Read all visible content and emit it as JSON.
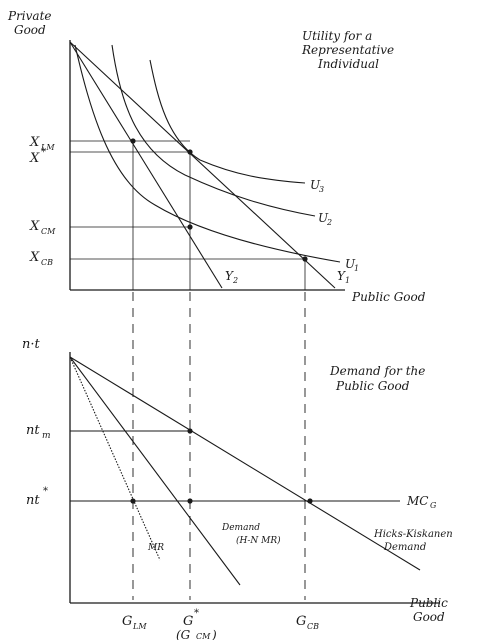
{
  "top_panel": {
    "y_axis_label": [
      "Private",
      "Good"
    ],
    "x_axis_label": "Public Good",
    "title": [
      "Utility for a",
      "Representative",
      "Individual"
    ],
    "y_levels": {
      "x_lm": "X",
      "x_lm_sub": "LM",
      "x_star": "X",
      "x_star_sup": "*",
      "x_cm": "X",
      "x_cm_sub": "CM",
      "x_cb": "X",
      "x_cb_sub": "CB"
    },
    "curve_labels": {
      "u3": "U",
      "u3_sub": "3",
      "u2": "U",
      "u2_sub": "2",
      "u1": "U",
      "u1_sub": "1",
      "y2": "Y",
      "y2_sub": "2",
      "y1": "Y",
      "y1_sub": "1"
    }
  },
  "bottom_panel": {
    "y_axis_label": "n·t",
    "title": [
      "Demand for the",
      "Public Good"
    ],
    "y_levels": {
      "nt_m": "nt",
      "nt_m_sub": "m",
      "nt_star": "nt",
      "nt_star_sup": "*"
    },
    "mc_label": "MC",
    "mc_sub": "G",
    "curve_labels": {
      "mr": "MR",
      "demand_hn_mr": [
        "Demand",
        "(H-N MR)"
      ],
      "hicks_kaldor": [
        "Hicks-Kiskanen",
        "Demand"
      ]
    },
    "x_labels": {
      "g_lm": "G",
      "g_lm_sub": "LM",
      "g_star": "G",
      "g_star_sup": "*",
      "g_cm_paren": "(G",
      "g_cm_sub": "CM",
      "g_cm_close": ")",
      "g_cb": "G",
      "g_cb_sub": "CB"
    },
    "x_axis_label": [
      "Public",
      "Good"
    ]
  }
}
